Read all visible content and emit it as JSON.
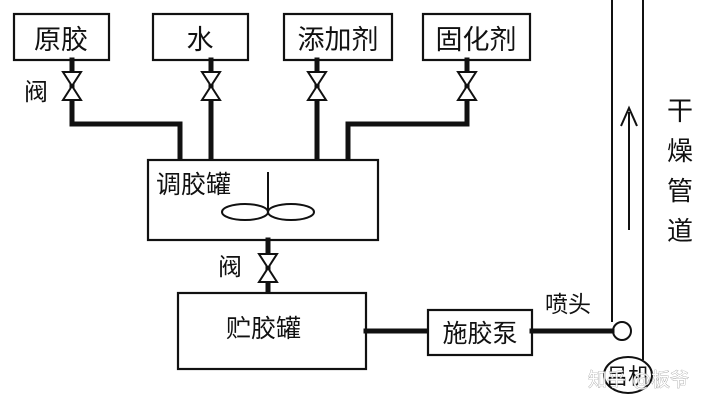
{
  "materials": [
    {
      "id": "raw-glue",
      "label": "原胶"
    },
    {
      "id": "water",
      "label": "水"
    },
    {
      "id": "additive",
      "label": "添加剂"
    },
    {
      "id": "curing-agent",
      "label": "固化剂"
    }
  ],
  "valve_label_top": "阀",
  "valve_label_bottom": "阀",
  "mixing_tank": {
    "label": "调胶罐"
  },
  "storage_tank": {
    "label": "贮胶罐"
  },
  "pump": {
    "label": "施胶泵"
  },
  "nozzle": {
    "label": "喷头"
  },
  "dryer_pipe": {
    "label": "干燥管道"
  },
  "machine": {
    "label": "吕机"
  },
  "watermark": "知乎 @板爷"
}
